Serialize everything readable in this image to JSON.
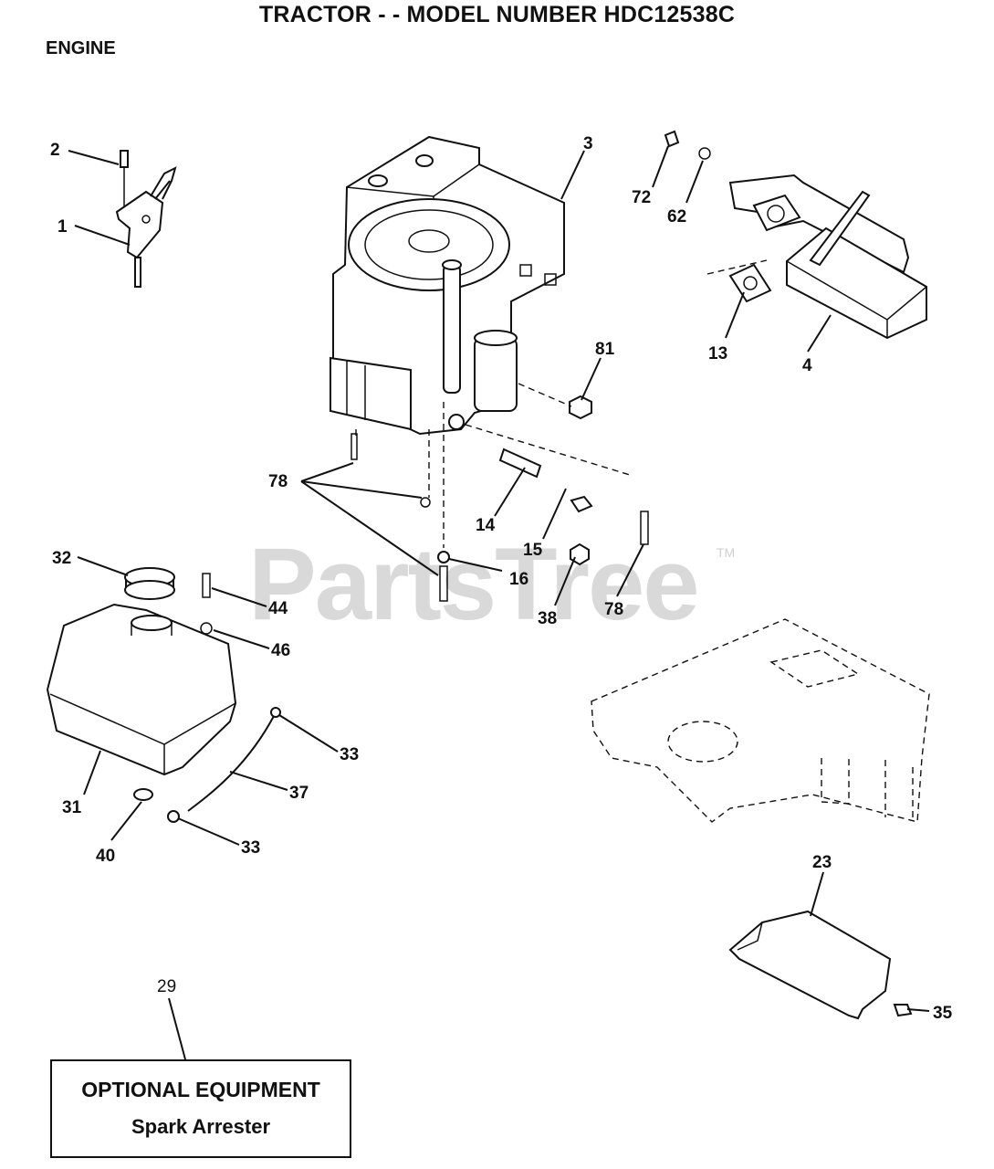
{
  "header": {
    "title": "TRACTOR - - MODEL NUMBER HDC12538C",
    "section": "ENGINE"
  },
  "watermark": {
    "text": "PartsTree",
    "tm": "TM"
  },
  "optional_box": {
    "title": "OPTIONAL EQUIPMENT",
    "subtitle": "Spark Arrester"
  },
  "callouts": [
    "2",
    "1",
    "3",
    "72",
    "62",
    "13",
    "4",
    "81",
    "78",
    "14",
    "15",
    "16",
    "38",
    "78",
    "32",
    "44",
    "46",
    "31",
    "33",
    "37",
    "40",
    "33",
    "23",
    "29",
    "35"
  ]
}
